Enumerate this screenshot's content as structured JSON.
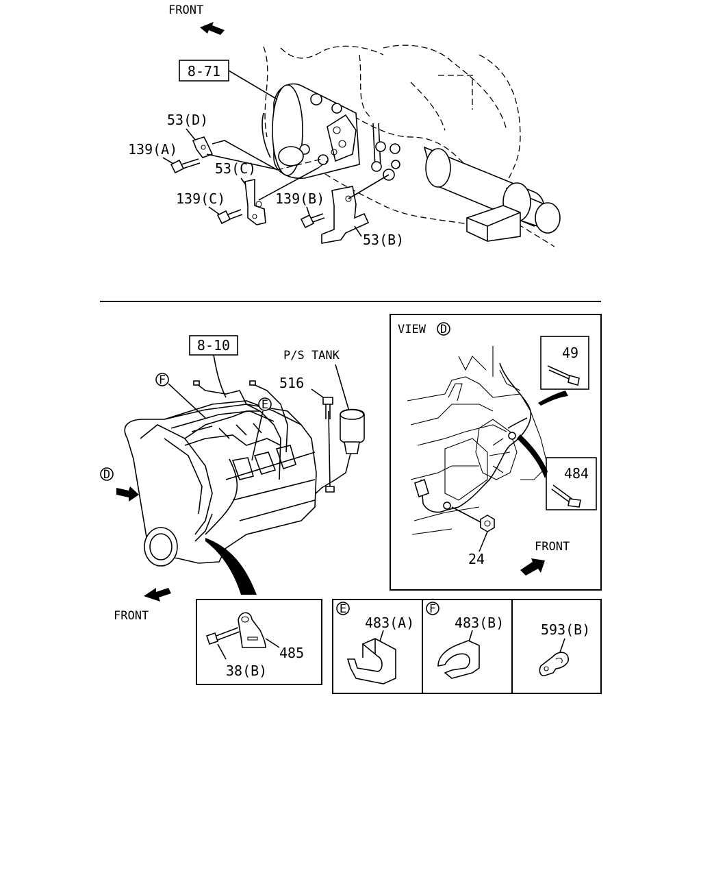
{
  "top_view": {
    "front_label": "FRONT",
    "ref_box": "8-71",
    "callouts": {
      "bracket_d": "53(D)",
      "bolt_a": "139(A)",
      "bracket_c": "53(C)",
      "bolt_c": "139(C)",
      "bolt_b": "139(B)",
      "bracket_b": "53(B)"
    }
  },
  "engine_view": {
    "ref_box": "8-10",
    "ps_tank_label": "P/S TANK",
    "bolt_label": "516",
    "marker_f": "F",
    "marker_e": "E",
    "marker_d": "D",
    "front_label": "FRONT"
  },
  "view_d": {
    "title": "VIEW",
    "title_marker": "D",
    "clip_upper": "49",
    "clip_lower": "484",
    "nut": "24",
    "front_label": "FRONT"
  },
  "detail_clamp": {
    "bolt": "38(B)",
    "clamp": "485"
  },
  "detail_e": {
    "marker": "E",
    "part": "483(A)"
  },
  "detail_f": {
    "marker": "F",
    "part": "483(B)"
  },
  "detail_593": {
    "part": "593(B)"
  }
}
